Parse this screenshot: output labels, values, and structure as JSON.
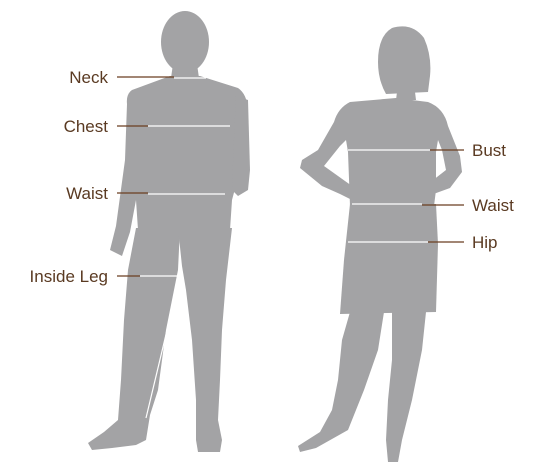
{
  "colors": {
    "silhouette": "#a3a3a5",
    "leader_line": "#6b3f22",
    "measure_line": "#ffffff",
    "label_text": "#5a3a22"
  },
  "male": {
    "figure": "male-silhouette",
    "labels": {
      "neck": "Neck",
      "chest": "Chest",
      "waist": "Waist",
      "inside_leg": "Inside Leg"
    }
  },
  "female": {
    "figure": "female-silhouette",
    "labels": {
      "bust": "Bust",
      "waist": "Waist",
      "hip": "Hip"
    }
  }
}
